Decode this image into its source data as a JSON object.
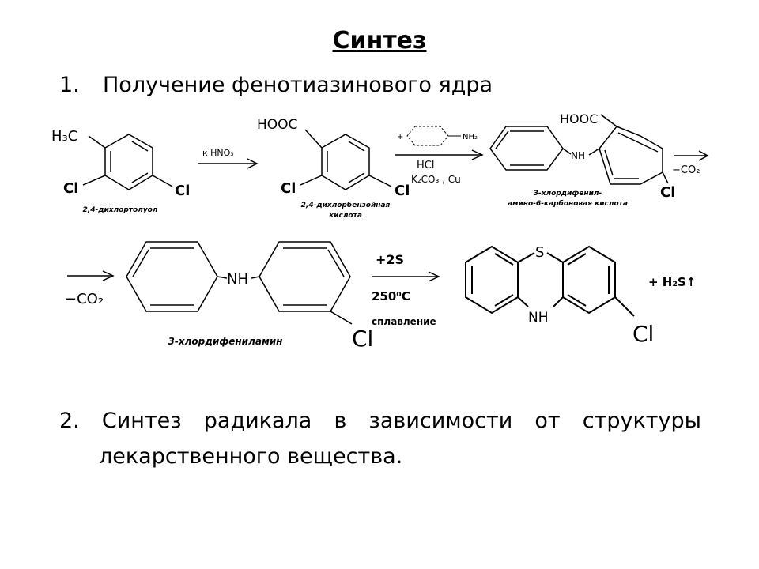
{
  "title": "Синтез",
  "section1": {
    "number": "1.",
    "text": "Получение фенотиазинового ядра"
  },
  "section2": {
    "line1_words": [
      "2.",
      "Синтез",
      "радикала",
      "в",
      "зависимости",
      "от",
      "структуры"
    ],
    "line2": "лекарственного вещества."
  },
  "scheme": {
    "m1": {
      "ch3": "H₃C",
      "cl1": "Cl",
      "cl2": "Cl",
      "name": "2,4-дихлортолуол"
    },
    "step1": {
      "reagent": "к HNO₃"
    },
    "m2": {
      "cooh": "HOOC",
      "cl1": "Cl",
      "cl2": "Cl",
      "name1": "2,4-дихлорбензойная",
      "name2": "кислота"
    },
    "step2": {
      "plus": "+",
      "nh2": "NH₂",
      "hcl": "HCl",
      "cat": "K₂CO₃ , Cu"
    },
    "m3": {
      "cooh": "HOOC",
      "nh": "NH",
      "cl": "Cl",
      "name1": "3-хлордифенил-",
      "name2": "амино-6-карбоновая кислота"
    },
    "step3": {
      "loss": "−CO₂"
    },
    "step4": {
      "loss": "−CO₂"
    },
    "m4": {
      "nh": "NH",
      "cl": "Cl",
      "name": "3-хлордифениламин"
    },
    "step5": {
      "reagent": "+2S",
      "temp": "250⁰C",
      "cond": "сплавление"
    },
    "m5": {
      "s": "S",
      "nh": "NH",
      "cl": "Cl",
      "byproduct": "+ H₂S↑"
    }
  }
}
